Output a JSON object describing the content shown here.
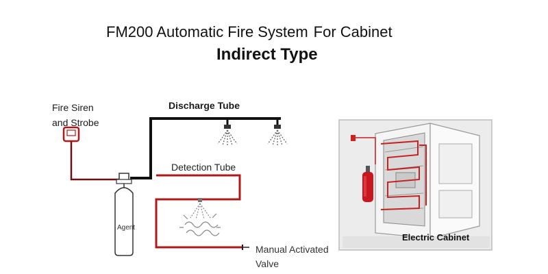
{
  "header": {
    "title_part1": "FM200 Automatic Fire System",
    "title_part2": "For Cabinet",
    "subtitle": "Indirect Type"
  },
  "labels": {
    "siren_line1": "Fire Siren",
    "siren_line2": "and Strobe",
    "discharge_tube": "Discharge Tube",
    "detection_tube": "Detection Tube",
    "cylinder": "Agent",
    "manual_line1": "Manual Activated",
    "manual_line2": "Valve",
    "cabinet": "Electric Cabinet"
  },
  "icons": [
    "siren-strobe-icon",
    "cylinder-icon",
    "nozzle-icon",
    "valve-icon",
    "cabinet-photo"
  ],
  "colors": {
    "discharge_pipe": "#111111",
    "detection_tube": "#b01818",
    "siren_wire": "#6e1010"
  }
}
